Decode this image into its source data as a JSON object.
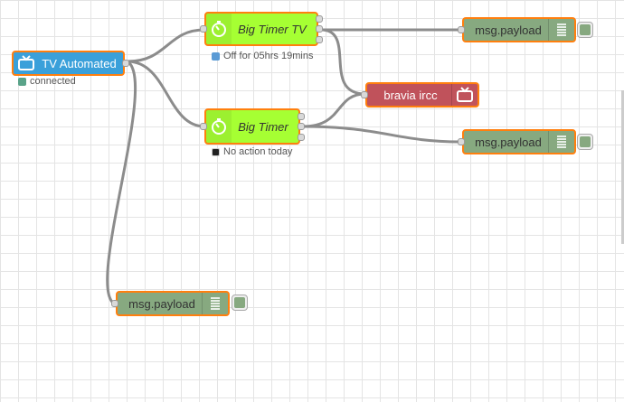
{
  "nodes": {
    "tv_automated": {
      "label": "TV Automated",
      "status": "connected",
      "status_color": "#5aa389",
      "color": "#3aa0da"
    },
    "big_timer_tv": {
      "label": "Big Timer TV",
      "status": "Off for 05hrs 19mins",
      "status_color": "#5b9bd5",
      "color": "#a6ff33"
    },
    "big_timer": {
      "label": "Big Timer",
      "status": "No action today",
      "status_color": "#222222",
      "color": "#a6ff33"
    },
    "bravia": {
      "label": "bravia ircc",
      "color": "#c0525b"
    },
    "debug_1": {
      "label": "msg.payload",
      "color": "#87a980"
    },
    "debug_2": {
      "label": "msg.payload",
      "color": "#87a980"
    },
    "debug_3": {
      "label": "msg.payload",
      "color": "#87a980"
    }
  },
  "colors": {
    "selected_border": "#ff7f0e",
    "wire": "#888888"
  }
}
